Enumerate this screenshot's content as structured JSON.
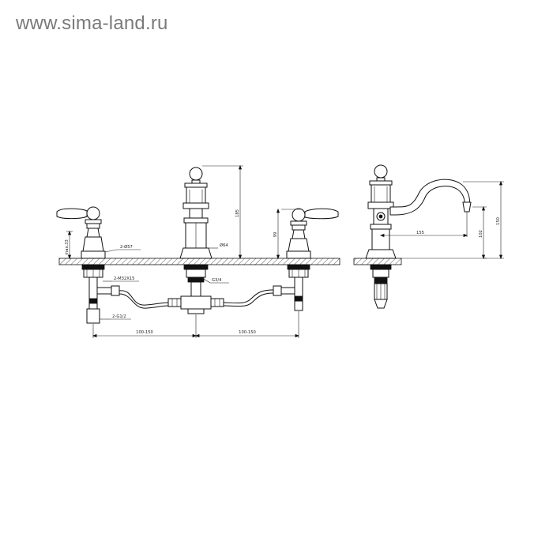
{
  "watermark": "www.sima-land.ru",
  "dimensions": {
    "mount_max": "max.33",
    "hole_left": "2-Ø57",
    "hole_center": "Ø64",
    "spout_height": "185",
    "handle_height": "99",
    "thread_m": "2-M32X15",
    "thread_g34": "G3/4",
    "thread_g12": "2-G1/2",
    "spacing_left": "100-150",
    "spacing_right": "100-150",
    "reach": "155",
    "side_height": "102",
    "side_total": "150"
  }
}
